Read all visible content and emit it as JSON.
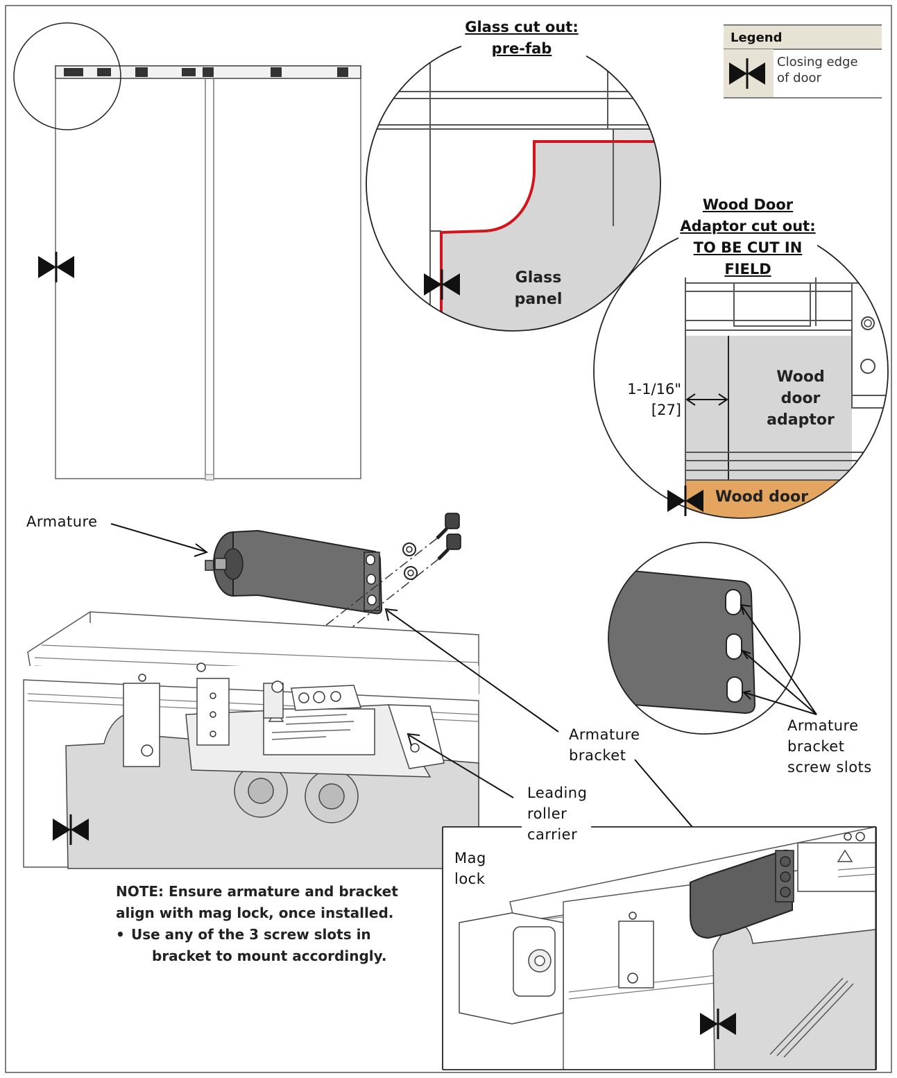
{
  "legend": {
    "title": "Legend",
    "symbol_icon": "closing-edge-bowtie",
    "text_line1": "Closing edge",
    "text_line2": "of door"
  },
  "glass_detail": {
    "heading_line1": "Glass cut out:",
    "heading_line2": "pre-fab",
    "panel_line1": "Glass",
    "panel_line2": "panel"
  },
  "wood_detail": {
    "heading_line1": "Wood Door",
    "heading_line2": "Adaptor cut out:",
    "heading_line3": "TO BE CUT IN",
    "heading_line4": "FIELD",
    "dimension_imperial": "1-1/16\"",
    "dimension_metric": "[27]",
    "adaptor_line1": "Wood",
    "adaptor_line2": "door",
    "adaptor_line3": "adaptor",
    "wood_door": "Wood door"
  },
  "callouts": {
    "armature": "Armature",
    "armature_bracket_line1": "Armature",
    "armature_bracket_line2": "bracket",
    "slots_line1": "Armature",
    "slots_line2": "bracket",
    "slots_line3": "screw slots",
    "roller_line1": "Leading",
    "roller_line2": "roller",
    "roller_line3": "carrier",
    "mag_line1": "Mag",
    "mag_line2": "lock"
  },
  "note": {
    "line1": "NOTE: Ensure armature and bracket",
    "line2": "align with mag lock, once installed.",
    "bullet": "•",
    "line3": "Use any of the 3 screw slots in",
    "line4": "bracket to mount accordingly."
  },
  "colors": {
    "cut_line": "#d0161c",
    "wood": "#e3a560",
    "gray_part": "#d9d9d9",
    "dark_part": "#707070",
    "legend_header": "#e6e2d4"
  }
}
